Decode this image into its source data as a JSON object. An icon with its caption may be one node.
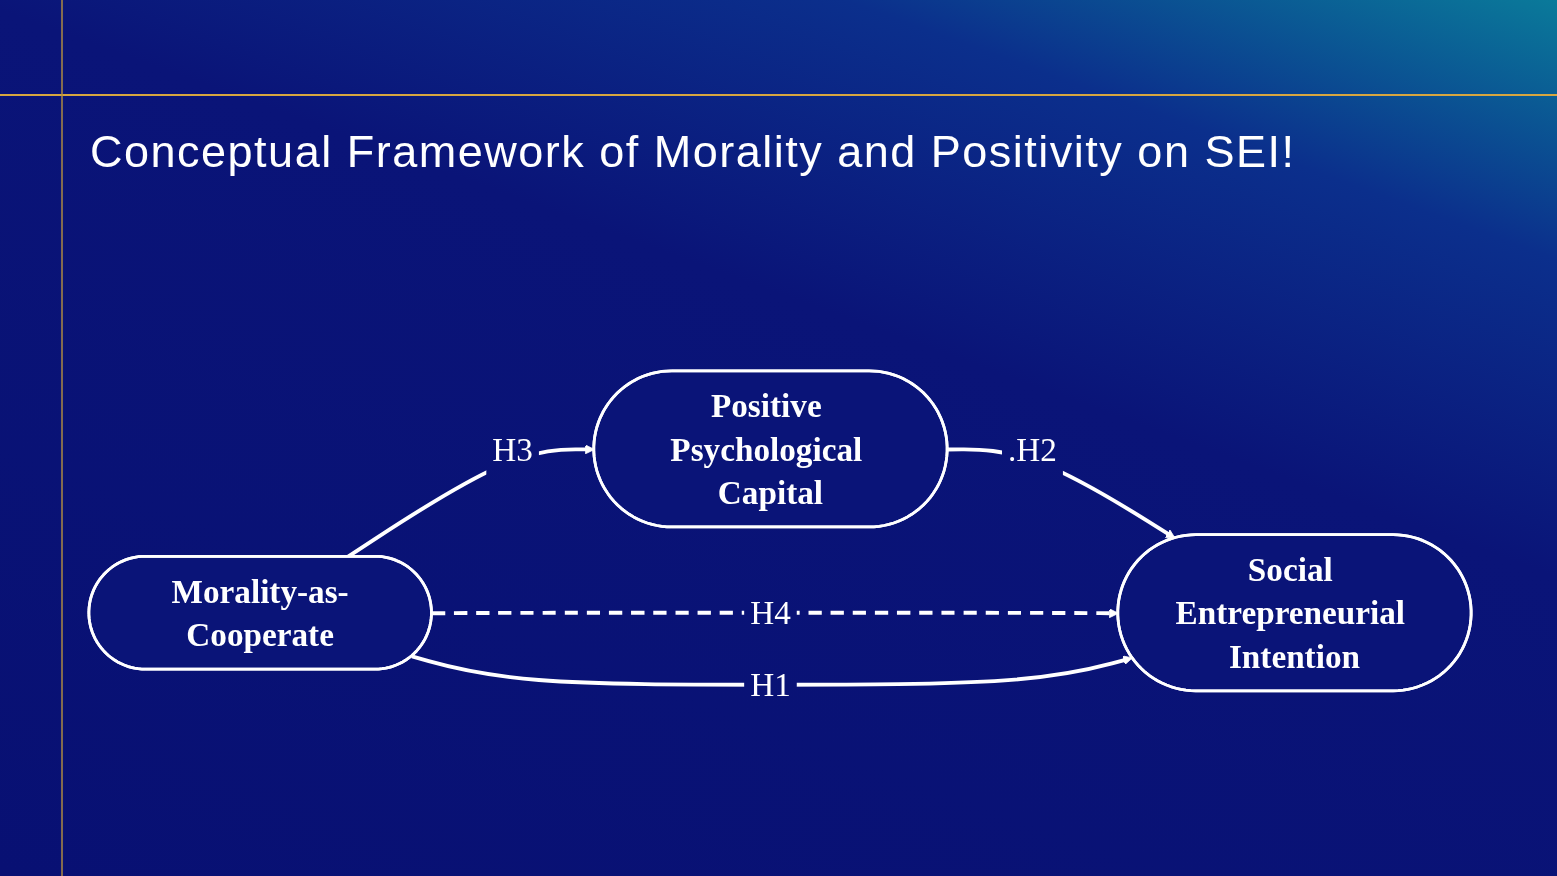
{
  "diagram": {
    "title": "Conceptual Framework of Morality and Positivity on SEI!",
    "nodes": [
      {
        "text": [
          "Positive Psychological Capital"
        ]
      },
      {
        "text": [
          "Morality-as-Cooperate"
        ]
      },
      {
        "text": [
          "Social Entrepreneurial Intention"
        ]
      }
    ],
    "edges": [
      {
        "from": 1,
        "to": 0,
        "arrow": "to",
        "label": "H3"
      },
      {
        "from": 0,
        "to": 2,
        "arrow": "to",
        "label": ".H2"
      },
      {
        "from": 1,
        "to": 2,
        "arrow": "to",
        "label": "H4",
        "style": "dashed"
      },
      {
        "from": 1,
        "to": 2,
        "arrow": "to",
        "label": "H1"
      }
    ]
  }
}
